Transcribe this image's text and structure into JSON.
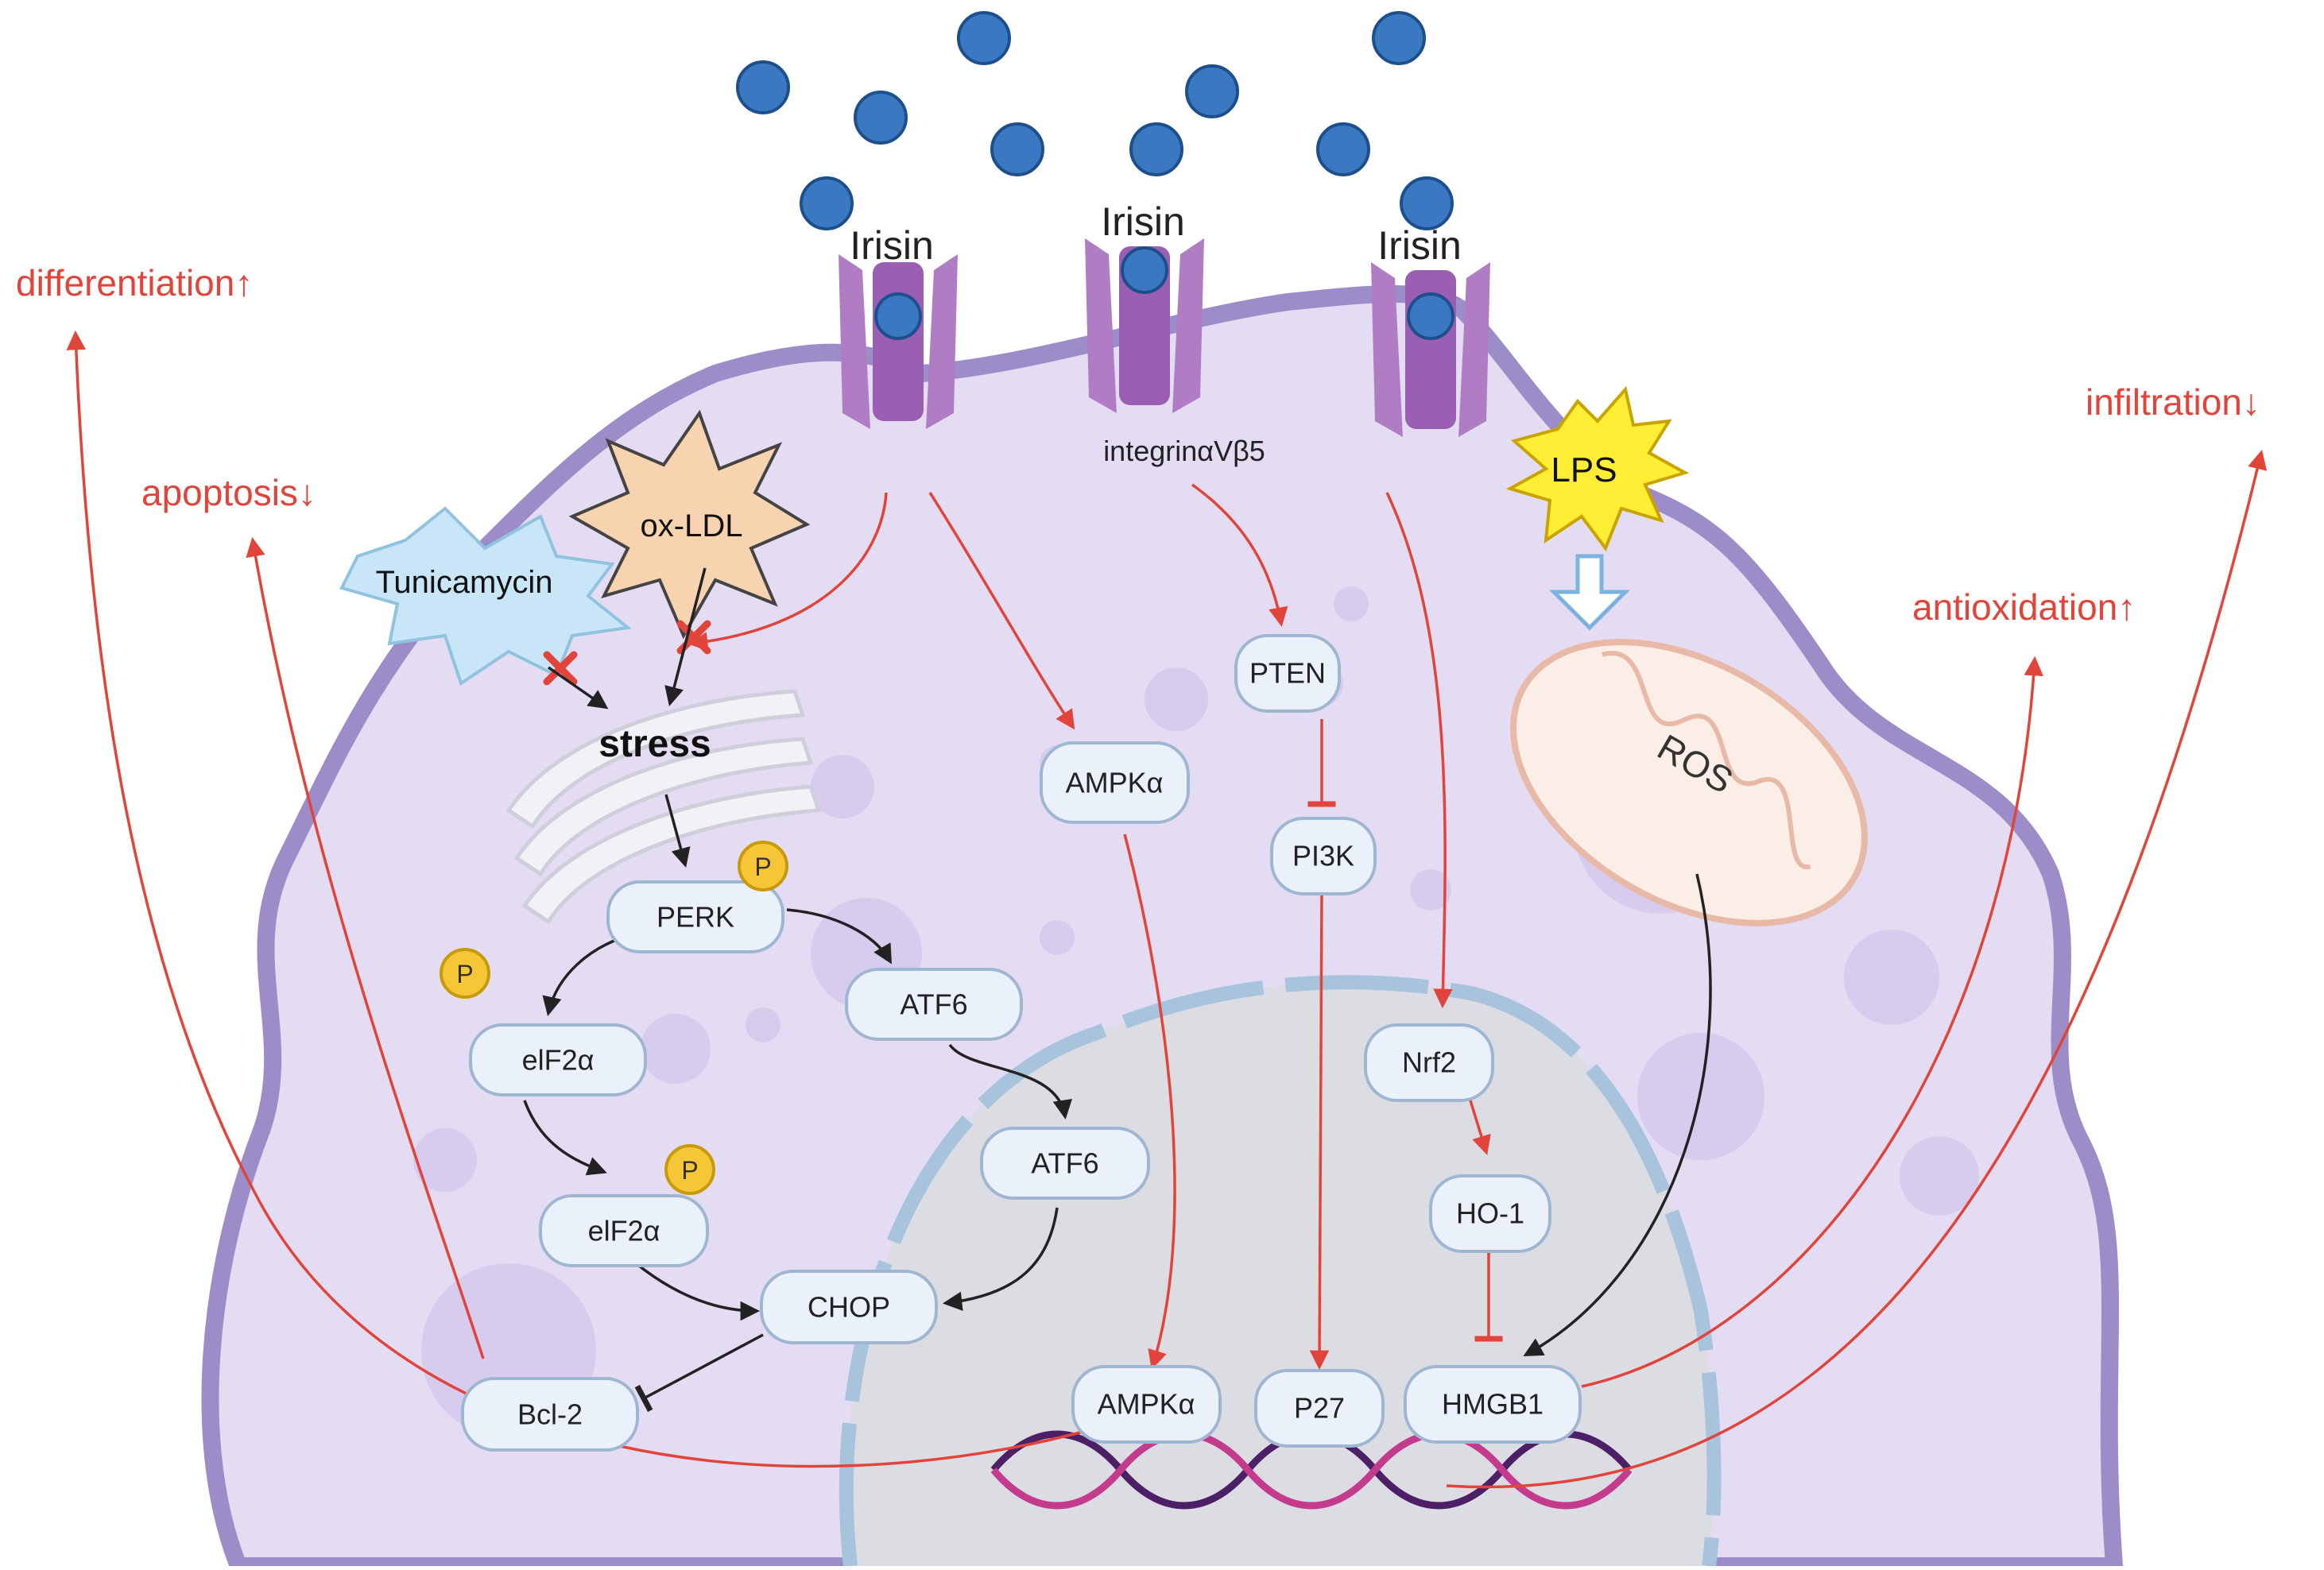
{
  "ligand": {
    "name": "Irisin",
    "color": "#3a78c2"
  },
  "receptor_label": "integrinαVβ5",
  "outcomes": {
    "differentiation": "differentiation↑",
    "apoptosis": "apoptosis↓",
    "infiltration": "infiltration↓",
    "antioxidation": "antioxidation↑"
  },
  "stimuli": {
    "oxldl": "ox-LDL",
    "tunicamycin": "Tunicamycin",
    "lps": "LPS"
  },
  "organelles": {
    "er_stress": "stress",
    "ros": "ROS"
  },
  "nodes": {
    "perk": "PERK",
    "eif2a": "elF2α",
    "eif2a_p": "elF2α",
    "atf6_cyto": "ATF6",
    "atf6_nuc": "ATF6",
    "chop": "CHOP",
    "bcl2": "Bcl-2",
    "ampk_cyto": "AMPKα",
    "ampk_nuc": "AMPKα",
    "pten": "PTEN",
    "pi3k": "PI3K",
    "p27": "P27",
    "nrf2": "Nrf2",
    "ho1": "HO-1",
    "hmgb1": "HMGB1"
  },
  "phospho_mark": "P",
  "colors": {
    "activation_red": "#e0443a",
    "cell_fill": "#e4dcf2",
    "cell_border": "#9c8cc8",
    "nucleus_fill": "#dcdde3",
    "receptor": "#b07cc4",
    "pill_fill": "#eaf1fb"
  }
}
